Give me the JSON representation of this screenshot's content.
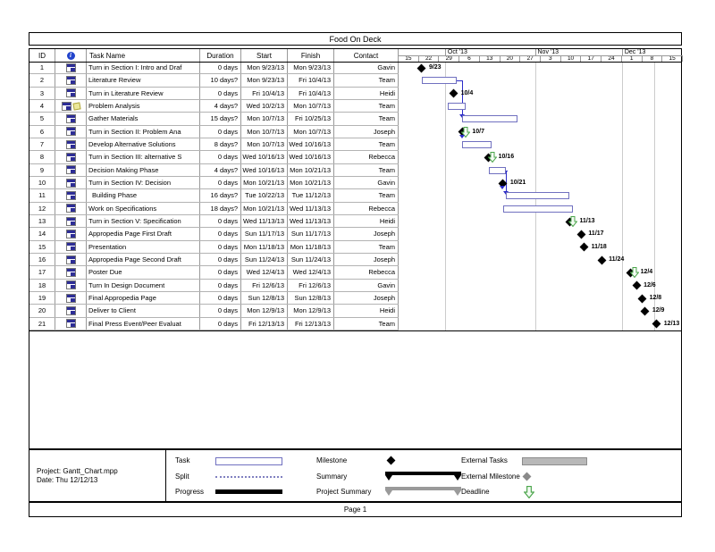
{
  "title": "Food On Deck",
  "footer": {
    "page": "Page 1"
  },
  "project_info": {
    "line1": "Project: Gantt_Chart.mpp",
    "line2": "Date: Thu 12/12/13"
  },
  "table": {
    "headers": {
      "id": "ID",
      "icon": "",
      "name": "Task Name",
      "duration": "Duration",
      "start": "Start",
      "finish": "Finish",
      "contact": "Contact"
    }
  },
  "timeline": {
    "months": [
      {
        "label": "Oct '13",
        "start": "10/1"
      },
      {
        "label": "Nov '13",
        "start": "11/1"
      },
      {
        "label": "Dec '13",
        "start": "12/1"
      }
    ],
    "weeks": [
      "15",
      "22",
      "29",
      "6",
      "13",
      "20",
      "27",
      "3",
      "10",
      "17",
      "24",
      "1",
      "8",
      "15"
    ],
    "current_date": "12/12"
  },
  "tasks": [
    {
      "id": "1",
      "name": "Turn in Section I: Intro and Draf",
      "duration": "0 days",
      "start": "Mon 9/23/13",
      "finish": "Mon 9/23/13",
      "contact": "Gavin",
      "chart": {
        "type": "milestone",
        "date": "9/23",
        "label": "9/23",
        "deadline": false
      }
    },
    {
      "id": "2",
      "name": "Literature Review",
      "duration": "10 days?",
      "start": "Mon 9/23/13",
      "finish": "Fri 10/4/13",
      "contact": "Team",
      "chart": {
        "type": "bar",
        "from": "9/23",
        "to": "10/5",
        "link_to_date": "10/7",
        "link_to_row": 5
      }
    },
    {
      "id": "3",
      "name": "Turn in Literature Review",
      "duration": "0 days",
      "start": "Fri 10/4/13",
      "finish": "Fri 10/4/13",
      "contact": "Heidi",
      "chart": {
        "type": "milestone",
        "date": "10/4",
        "label": "10/4",
        "deadline": false
      }
    },
    {
      "id": "4",
      "name": "Problem Analysis",
      "duration": "4 days?",
      "start": "Wed 10/2/13",
      "finish": "Mon 10/7/13",
      "contact": "Team",
      "note": true,
      "chart": {
        "type": "bar",
        "from": "10/2",
        "to": "10/8"
      }
    },
    {
      "id": "5",
      "name": "Gather Materials",
      "duration": "15 days?",
      "start": "Mon 10/7/13",
      "finish": "Fri 10/25/13",
      "contact": "Team",
      "chart": {
        "type": "bar",
        "from": "10/7",
        "to": "10/26"
      }
    },
    {
      "id": "6",
      "name": "Turn in Section II: Problem Ana",
      "duration": "0 days",
      "start": "Mon 10/7/13",
      "finish": "Mon 10/7/13",
      "contact": "Joseph",
      "chart": {
        "type": "milestone",
        "date": "10/7",
        "label": "10/7",
        "deadline": true,
        "incoming_arrow": true
      }
    },
    {
      "id": "7",
      "name": "Develop Alternative Solutions",
      "duration": "8 days?",
      "start": "Mon 10/7/13",
      "finish": "Wed 10/16/13",
      "contact": "Team",
      "chart": {
        "type": "bar",
        "from": "10/7",
        "to": "10/17"
      }
    },
    {
      "id": "8",
      "name": "Turn in Section III: alternative S",
      "duration": "0 days",
      "start": "Wed 10/16/13",
      "finish": "Wed 10/16/13",
      "contact": "Rebecca",
      "chart": {
        "type": "milestone",
        "date": "10/16",
        "label": "10/16",
        "deadline": true
      }
    },
    {
      "id": "9",
      "name": "Decision Making Phase",
      "duration": "4 days?",
      "start": "Wed 10/16/13",
      "finish": "Mon 10/21/13",
      "contact": "Team",
      "chart": {
        "type": "bar",
        "from": "10/16",
        "to": "10/22",
        "link_to_date": "10/22",
        "link_to_row": 11
      }
    },
    {
      "id": "10",
      "name": "Turn in Section IV: Decision",
      "duration": "0 days",
      "start": "Mon 10/21/13",
      "finish": "Mon 10/21/13",
      "contact": "Gavin",
      "chart": {
        "type": "milestone",
        "date": "10/21",
        "label": "10/21",
        "deadline": false,
        "incoming_arrow": true
      }
    },
    {
      "id": "11",
      "name": "Building Phase",
      "indent": true,
      "duration": "16 days?",
      "start": "Tue 10/22/13",
      "finish": "Tue 11/12/13",
      "contact": "Team",
      "chart": {
        "type": "bar",
        "from": "10/22",
        "to": "11/13"
      }
    },
    {
      "id": "12",
      "name": "Work on Specifications",
      "duration": "18 days?",
      "start": "Mon 10/21/13",
      "finish": "Wed 11/13/13",
      "contact": "Rebecca",
      "chart": {
        "type": "bar",
        "from": "10/21",
        "to": "11/14"
      }
    },
    {
      "id": "13",
      "name": "Turn in Section V: Specification",
      "duration": "0 days",
      "start": "Wed 11/13/13",
      "finish": "Wed 11/13/13",
      "contact": "Heidi",
      "chart": {
        "type": "milestone",
        "date": "11/13",
        "label": "11/13",
        "deadline": true
      }
    },
    {
      "id": "14",
      "name": "Appropedia Page First Draft",
      "duration": "0 days",
      "start": "Sun 11/17/13",
      "finish": "Sun 11/17/13",
      "contact": "Joseph",
      "chart": {
        "type": "milestone",
        "date": "11/17",
        "label": "11/17",
        "deadline": false
      }
    },
    {
      "id": "15",
      "name": "Presentation",
      "duration": "0 days",
      "start": "Mon 11/18/13",
      "finish": "Mon 11/18/13",
      "contact": "Team",
      "chart": {
        "type": "milestone",
        "date": "11/18",
        "label": "11/18",
        "deadline": false
      }
    },
    {
      "id": "16",
      "name": "Appropedia Page Second Draft",
      "duration": "0 days",
      "start": "Sun 11/24/13",
      "finish": "Sun 11/24/13",
      "contact": "Joseph",
      "chart": {
        "type": "milestone",
        "date": "11/24",
        "label": "11/24",
        "deadline": false
      }
    },
    {
      "id": "17",
      "name": "Poster Due",
      "duration": "0 days",
      "start": "Wed 12/4/13",
      "finish": "Wed 12/4/13",
      "contact": "Rebecca",
      "chart": {
        "type": "milestone",
        "date": "12/4",
        "label": "12/4",
        "deadline": true
      }
    },
    {
      "id": "18",
      "name": "Turn In Design Document",
      "duration": "0 days",
      "start": "Fri 12/6/13",
      "finish": "Fri 12/6/13",
      "contact": "Gavin",
      "chart": {
        "type": "milestone",
        "date": "12/6",
        "label": "12/6",
        "deadline": false
      }
    },
    {
      "id": "19",
      "name": "Final Appropedia Page",
      "duration": "0 days",
      "start": "Sun 12/8/13",
      "finish": "Sun 12/8/13",
      "contact": "Joseph",
      "chart": {
        "type": "milestone",
        "date": "12/8",
        "label": "12/8",
        "deadline": false
      }
    },
    {
      "id": "20",
      "name": "Deliver to Client",
      "duration": "0 days",
      "start": "Mon 12/9/13",
      "finish": "Mon 12/9/13",
      "contact": "Heidi",
      "chart": {
        "type": "milestone",
        "date": "12/9",
        "label": "12/9",
        "deadline": false
      }
    },
    {
      "id": "21",
      "name": "Final Press Event/Peer Evaluat",
      "duration": "0 days",
      "start": "Fri 12/13/13",
      "finish": "Fri 12/13/13",
      "contact": "Team",
      "chart": {
        "type": "milestone",
        "date": "12/13",
        "label": "12/13",
        "deadline": false
      }
    }
  ],
  "legend": {
    "items": [
      {
        "label": "Task"
      },
      {
        "label": "Split"
      },
      {
        "label": "Progress"
      },
      {
        "label": "Milestone"
      },
      {
        "label": "Summary"
      },
      {
        "label": "Project Summary"
      },
      {
        "label": "External Tasks"
      },
      {
        "label": "External Milestone"
      },
      {
        "label": "Deadline"
      }
    ]
  },
  "colors": {
    "task_bar_border": "#7070c0",
    "milestone": "#000000",
    "deadline_green": "#4aa54a",
    "external_gray": "#b8b8b8",
    "summary_gray": "#9a9a9a",
    "link_blue": "#2a2ac8"
  }
}
